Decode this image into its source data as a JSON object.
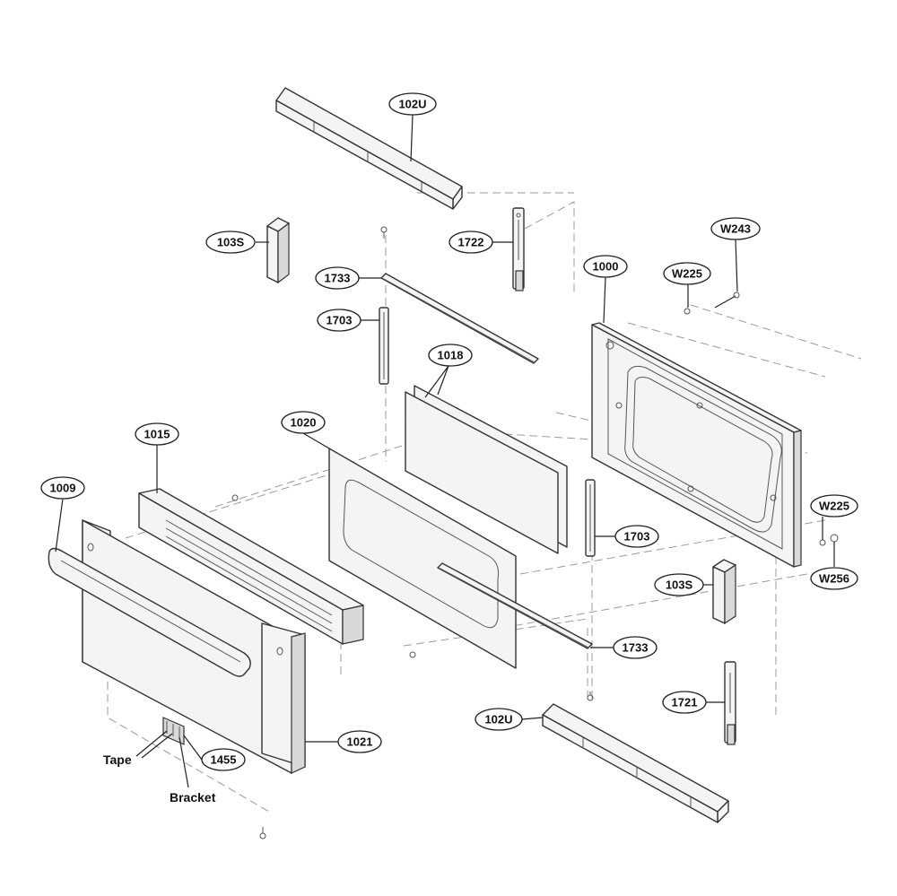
{
  "callouts": {
    "c_102u_top": "102U",
    "c_103s_left": "103S",
    "c_1722": "1722",
    "c_w243": "W243",
    "c_w225_top": "W225",
    "c_1000": "1000",
    "c_1733_top": "1733",
    "c_1703_left": "1703",
    "c_1018": "1018",
    "c_1020": "1020",
    "c_1015": "1015",
    "c_1009": "1009",
    "c_w225_right": "W225",
    "c_w256": "W256",
    "c_1703_right": "1703",
    "c_103s_right": "103S",
    "c_1733_bottom": "1733",
    "c_1721": "1721",
    "c_102u_bottom": "102U",
    "c_1021": "1021",
    "c_1455": "1455"
  },
  "notes": {
    "tape": "Tape",
    "bracket": "Bracket"
  }
}
